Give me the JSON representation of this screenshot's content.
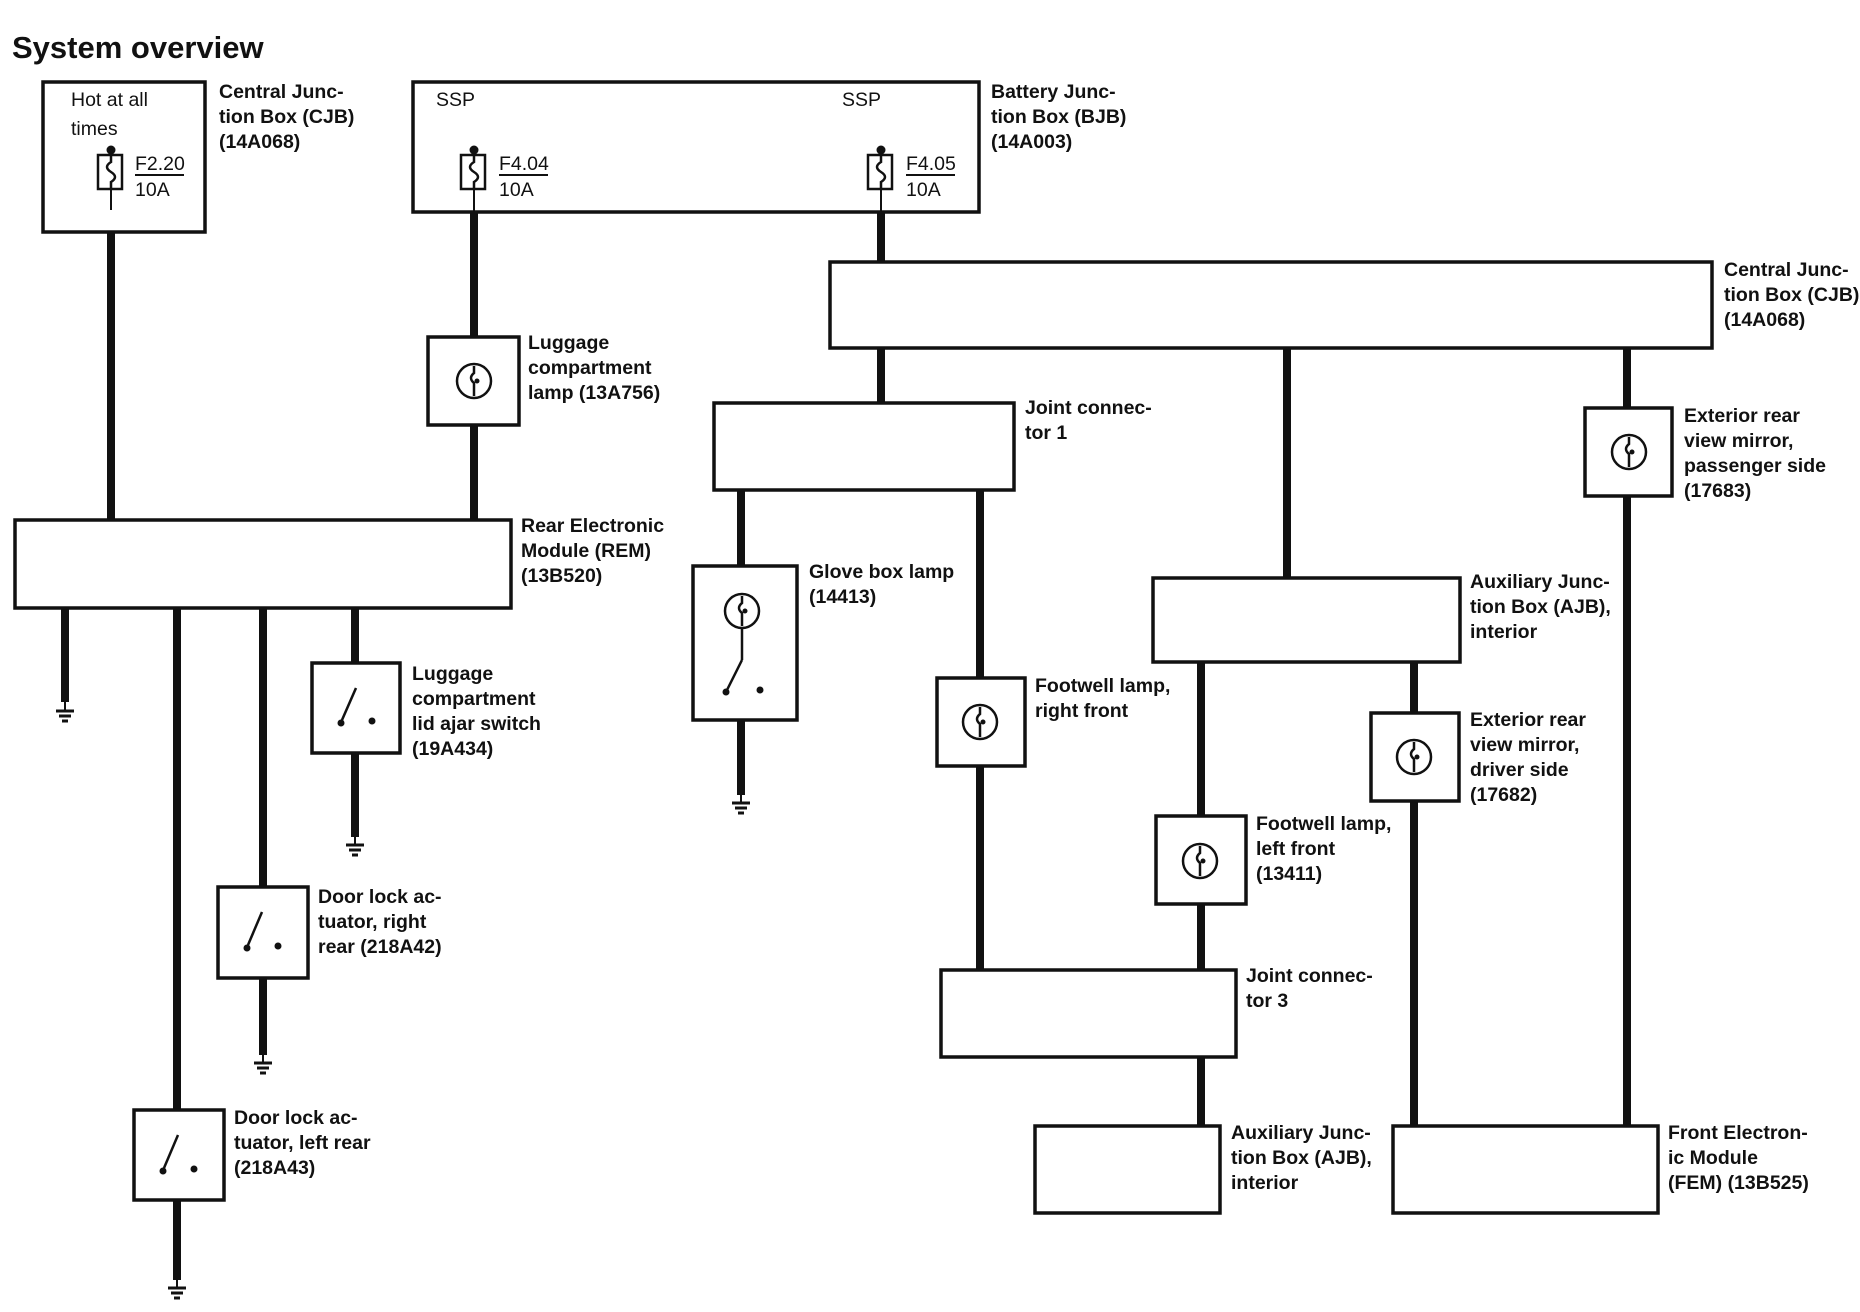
{
  "title": "System overview",
  "labels": {
    "cjb_left": [
      "Central Junc-",
      "tion Box (CJB)",
      "(14A068)"
    ],
    "hot": [
      "Hot at all",
      "times"
    ],
    "fuse_f220": [
      "F2.20",
      "10A"
    ],
    "ssp_left": "SSP",
    "ssp_right": "SSP",
    "fuse_f404": [
      "F4.04",
      "10A"
    ],
    "fuse_f405": [
      "F4.05",
      "10A"
    ],
    "bjb": [
      "Battery Junc-",
      "tion Box (BJB)",
      "(14A003)"
    ],
    "cjb_right": [
      "Central Junc-",
      "tion Box (CJB)",
      "(14A068)"
    ],
    "luggage_lamp": [
      "Luggage",
      "compartment",
      "lamp (13A756)"
    ],
    "rem": [
      "Rear Electronic",
      "Module (REM)",
      "(13B520)"
    ],
    "luggage_switch": [
      "Luggage",
      "compartment",
      "lid ajar switch",
      "(19A434)"
    ],
    "door_rr": [
      "Door lock ac-",
      "tuator, right",
      "rear (218A42)"
    ],
    "door_lr": [
      "Door lock ac-",
      "tuator, left rear",
      "(218A43)"
    ],
    "joint1": [
      "Joint connec-",
      "tor 1"
    ],
    "glove": [
      "Glove box lamp",
      "(14413)"
    ],
    "footwell_rf": [
      "Footwell lamp,",
      "right front"
    ],
    "mirror_pass": [
      "Exterior rear",
      "view mirror,",
      "passenger side",
      "(17683)"
    ],
    "ajb_upper": [
      "Auxiliary Junc-",
      "tion Box (AJB),",
      "interior"
    ],
    "mirror_drv": [
      "Exterior rear",
      "view mirror,",
      "driver side",
      "(17682)"
    ],
    "footwell_lf": [
      "Footwell lamp,",
      "left front",
      "(13411)"
    ],
    "joint3": [
      "Joint connec-",
      "tor 3"
    ],
    "ajb_lower": [
      "Auxiliary Junc-",
      "tion Box (AJB),",
      "interior"
    ],
    "fem": [
      "Front Electron-",
      "ic Module",
      "(FEM) (13B525)"
    ]
  },
  "colors": {
    "ink": "#111111",
    "background": "#ffffff"
  }
}
